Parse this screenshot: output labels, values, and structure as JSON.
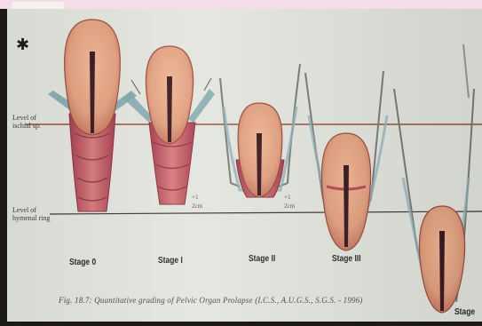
{
  "figure": {
    "star_mark": "✱",
    "level_labels": {
      "ischial": [
        "Level of",
        "ischial sp."
      ],
      "hymenal": [
        "Level of",
        "hymenal ring"
      ]
    },
    "cm_marks": [
      "+1",
      "2cm",
      "+1",
      "2cm"
    ],
    "stages": [
      "Stage 0",
      "Stage I",
      "Stage II",
      "Stage III",
      "Stage"
    ],
    "caption": "Fig. 18.7: Quantitative grading of Pelvic Organ Prolapse (I.C.S., A.U.G.S., S.G.S. - 1996)"
  },
  "colors": {
    "uterus_fill": "#e3a17f",
    "uterus_outline": "#9c4a3c",
    "cervix_canal": "#3a1a20",
    "vagina_wall": "#b9495a",
    "ligament_band": "#7fa6ae",
    "ischial_line": "#a24a3c",
    "hymenal_line": "#3c3834"
  }
}
